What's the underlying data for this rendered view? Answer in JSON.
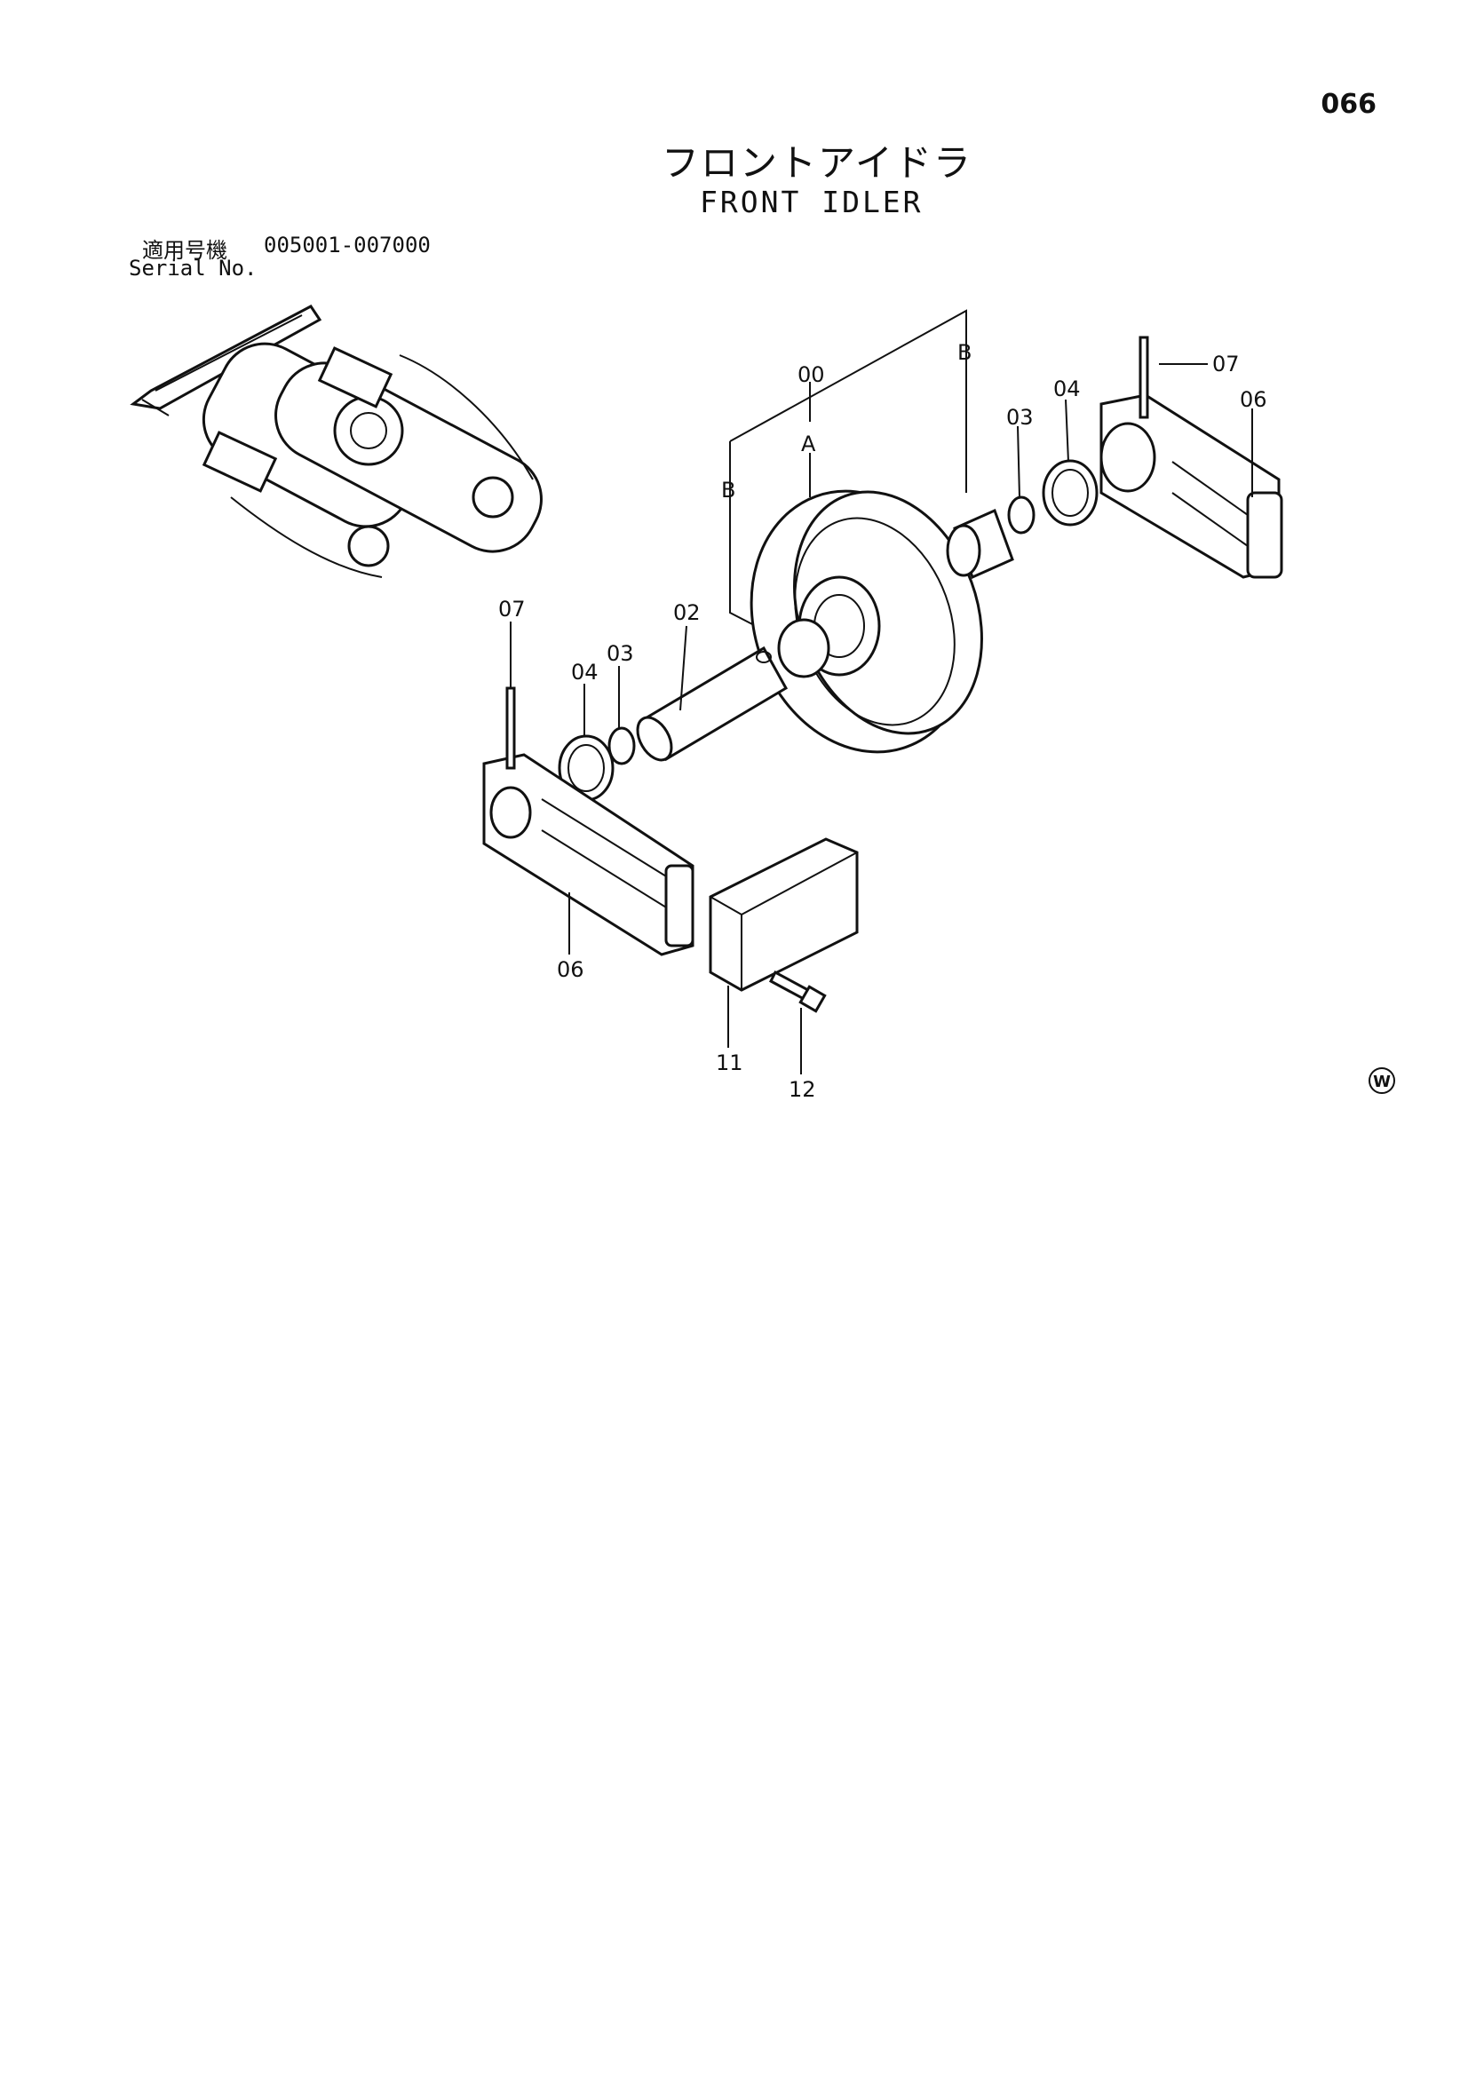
{
  "header": {
    "page_number": "066",
    "title_jp": "フロントアイドラ",
    "title_en": "FRONT IDLER"
  },
  "serial": {
    "label_jp": "適用号機",
    "range": "005001-007000",
    "label_en": "Serial No."
  },
  "callouts": {
    "c00": "00",
    "cA": "A",
    "cB_left": "B",
    "cB_right": "B",
    "c03_right": "03",
    "c04_right": "04",
    "c06_right": "06",
    "c07_right": "07",
    "c07_left": "07",
    "c02": "02",
    "c03_left": "03",
    "c04_left": "04",
    "c06_left": "06",
    "c11": "11",
    "c12": "12"
  },
  "mark": "W"
}
